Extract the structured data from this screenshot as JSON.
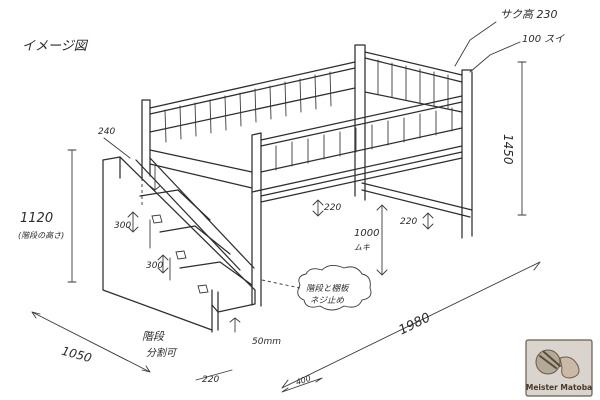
{
  "title": "イメージ図",
  "labels": {
    "rail_height": "サク高 230",
    "post_size": "100 スイ",
    "bed_height": "1450",
    "stair_height": "1120",
    "stair_sub": "(階段の高さ)",
    "step_top_w": "240",
    "step_rise_1": "300",
    "step_rise_2": "300",
    "under_clear": "220",
    "under_height": "1000",
    "under_height_sub": "ムキ",
    "right_gap": "220",
    "depth": "1050",
    "length": "1980",
    "stair_foot": "220",
    "stair_label": "階段",
    "stair_label_sub": "分割可",
    "gap_note": "50mm",
    "cloud_note_1": "階段と棚板",
    "cloud_note_2": "ネジ止め",
    "leg_width": "400"
  },
  "logo": {
    "text": "Meister Matoba"
  }
}
